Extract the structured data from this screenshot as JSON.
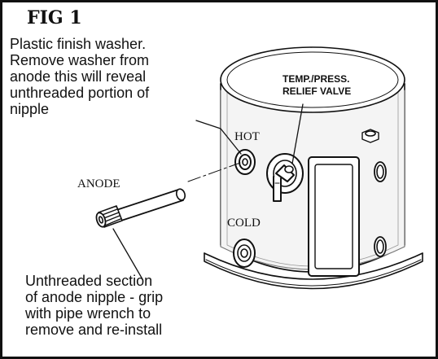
{
  "figure": {
    "title": "FIG 1",
    "callouts": {
      "washer_note": [
        "Plastic finish washer.",
        "Remove washer from",
        "anode this will reveal",
        "unthreaded portion of",
        "nipple"
      ],
      "nipple_note": [
        "Unthreaded section",
        "of anode nipple - grip",
        "with pipe wrench to",
        "remove and re-install"
      ]
    },
    "labels": {
      "hot": "HOT",
      "cold": "COLD",
      "anode": "ANODE",
      "valve": [
        "TEMP./PRESS.",
        "RELIEF VALVE"
      ]
    }
  }
}
